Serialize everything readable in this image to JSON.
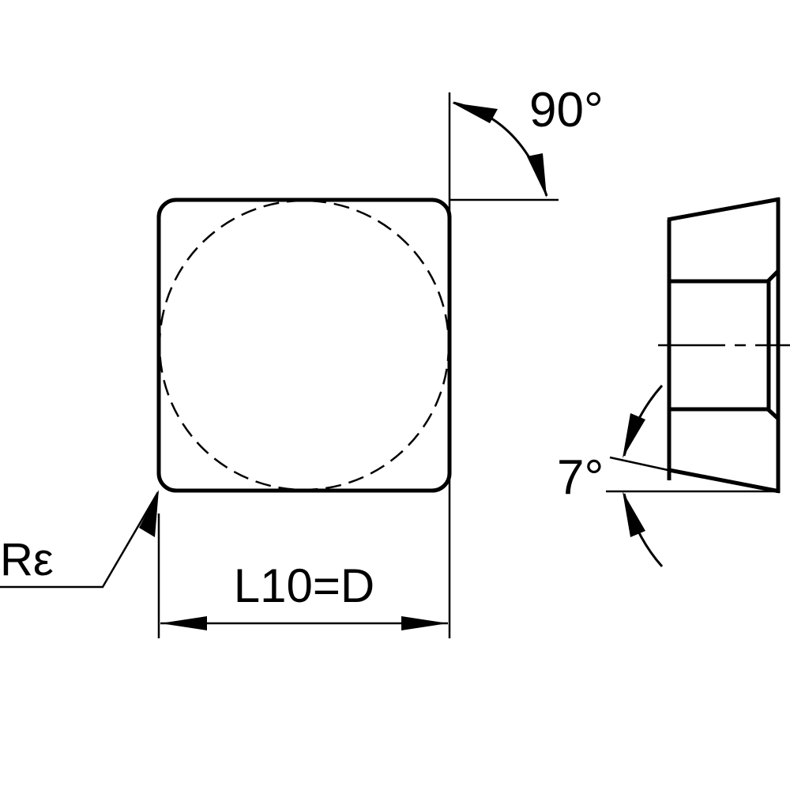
{
  "labels": {
    "angle_top": "90°",
    "angle_side": "7°",
    "corner_radius": "Rε",
    "length": "L10=D"
  },
  "colors": {
    "stroke": "#000000",
    "background": "#ffffff"
  }
}
